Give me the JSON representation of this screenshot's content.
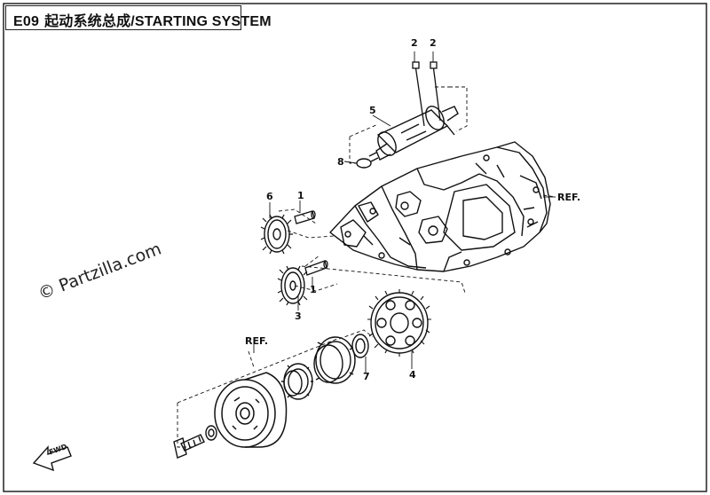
{
  "header": {
    "code": "E09",
    "title": "起动系统总成/STARTING SYSTEM"
  },
  "watermark": "© Partzilla.com",
  "callouts": {
    "c2a": "2",
    "c2b": "2",
    "c5": "5",
    "c8": "8",
    "c6": "6",
    "c1a": "1",
    "c1b": "1",
    "c3": "3",
    "c7": "7",
    "c4": "4"
  },
  "refs": {
    "ref_right": "REF.",
    "ref_left": "REF."
  },
  "direction_badge": "FWD"
}
